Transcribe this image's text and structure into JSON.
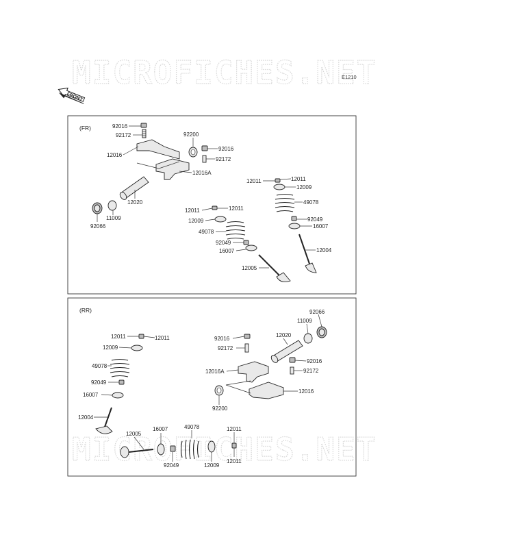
{
  "watermark": {
    "text": "MICROFICHES.NET"
  },
  "figure_code": "E1210",
  "front_arrow": {
    "label": "FRONT"
  },
  "panels": [
    {
      "label": "(FR)",
      "labels": [
        "92016",
        "92172",
        "92200",
        "92016",
        "92172",
        "12016",
        "12016A",
        "12020",
        "11009",
        "92066",
        "12011",
        "12011",
        "12009",
        "49078",
        "92049",
        "16007",
        "12004",
        "12011",
        "12011",
        "12009",
        "49078",
        "92049",
        "16007",
        "12005"
      ]
    },
    {
      "label": "(RR)",
      "labels": [
        "92066",
        "11009",
        "12020",
        "92016",
        "92172",
        "92016",
        "92172",
        "12016A",
        "12016",
        "92200",
        "12011",
        "12011",
        "12009",
        "49078",
        "92049",
        "16007",
        "12004",
        "12005",
        "16007",
        "49078",
        "12011",
        "92049",
        "12009",
        "12011"
      ]
    }
  ]
}
